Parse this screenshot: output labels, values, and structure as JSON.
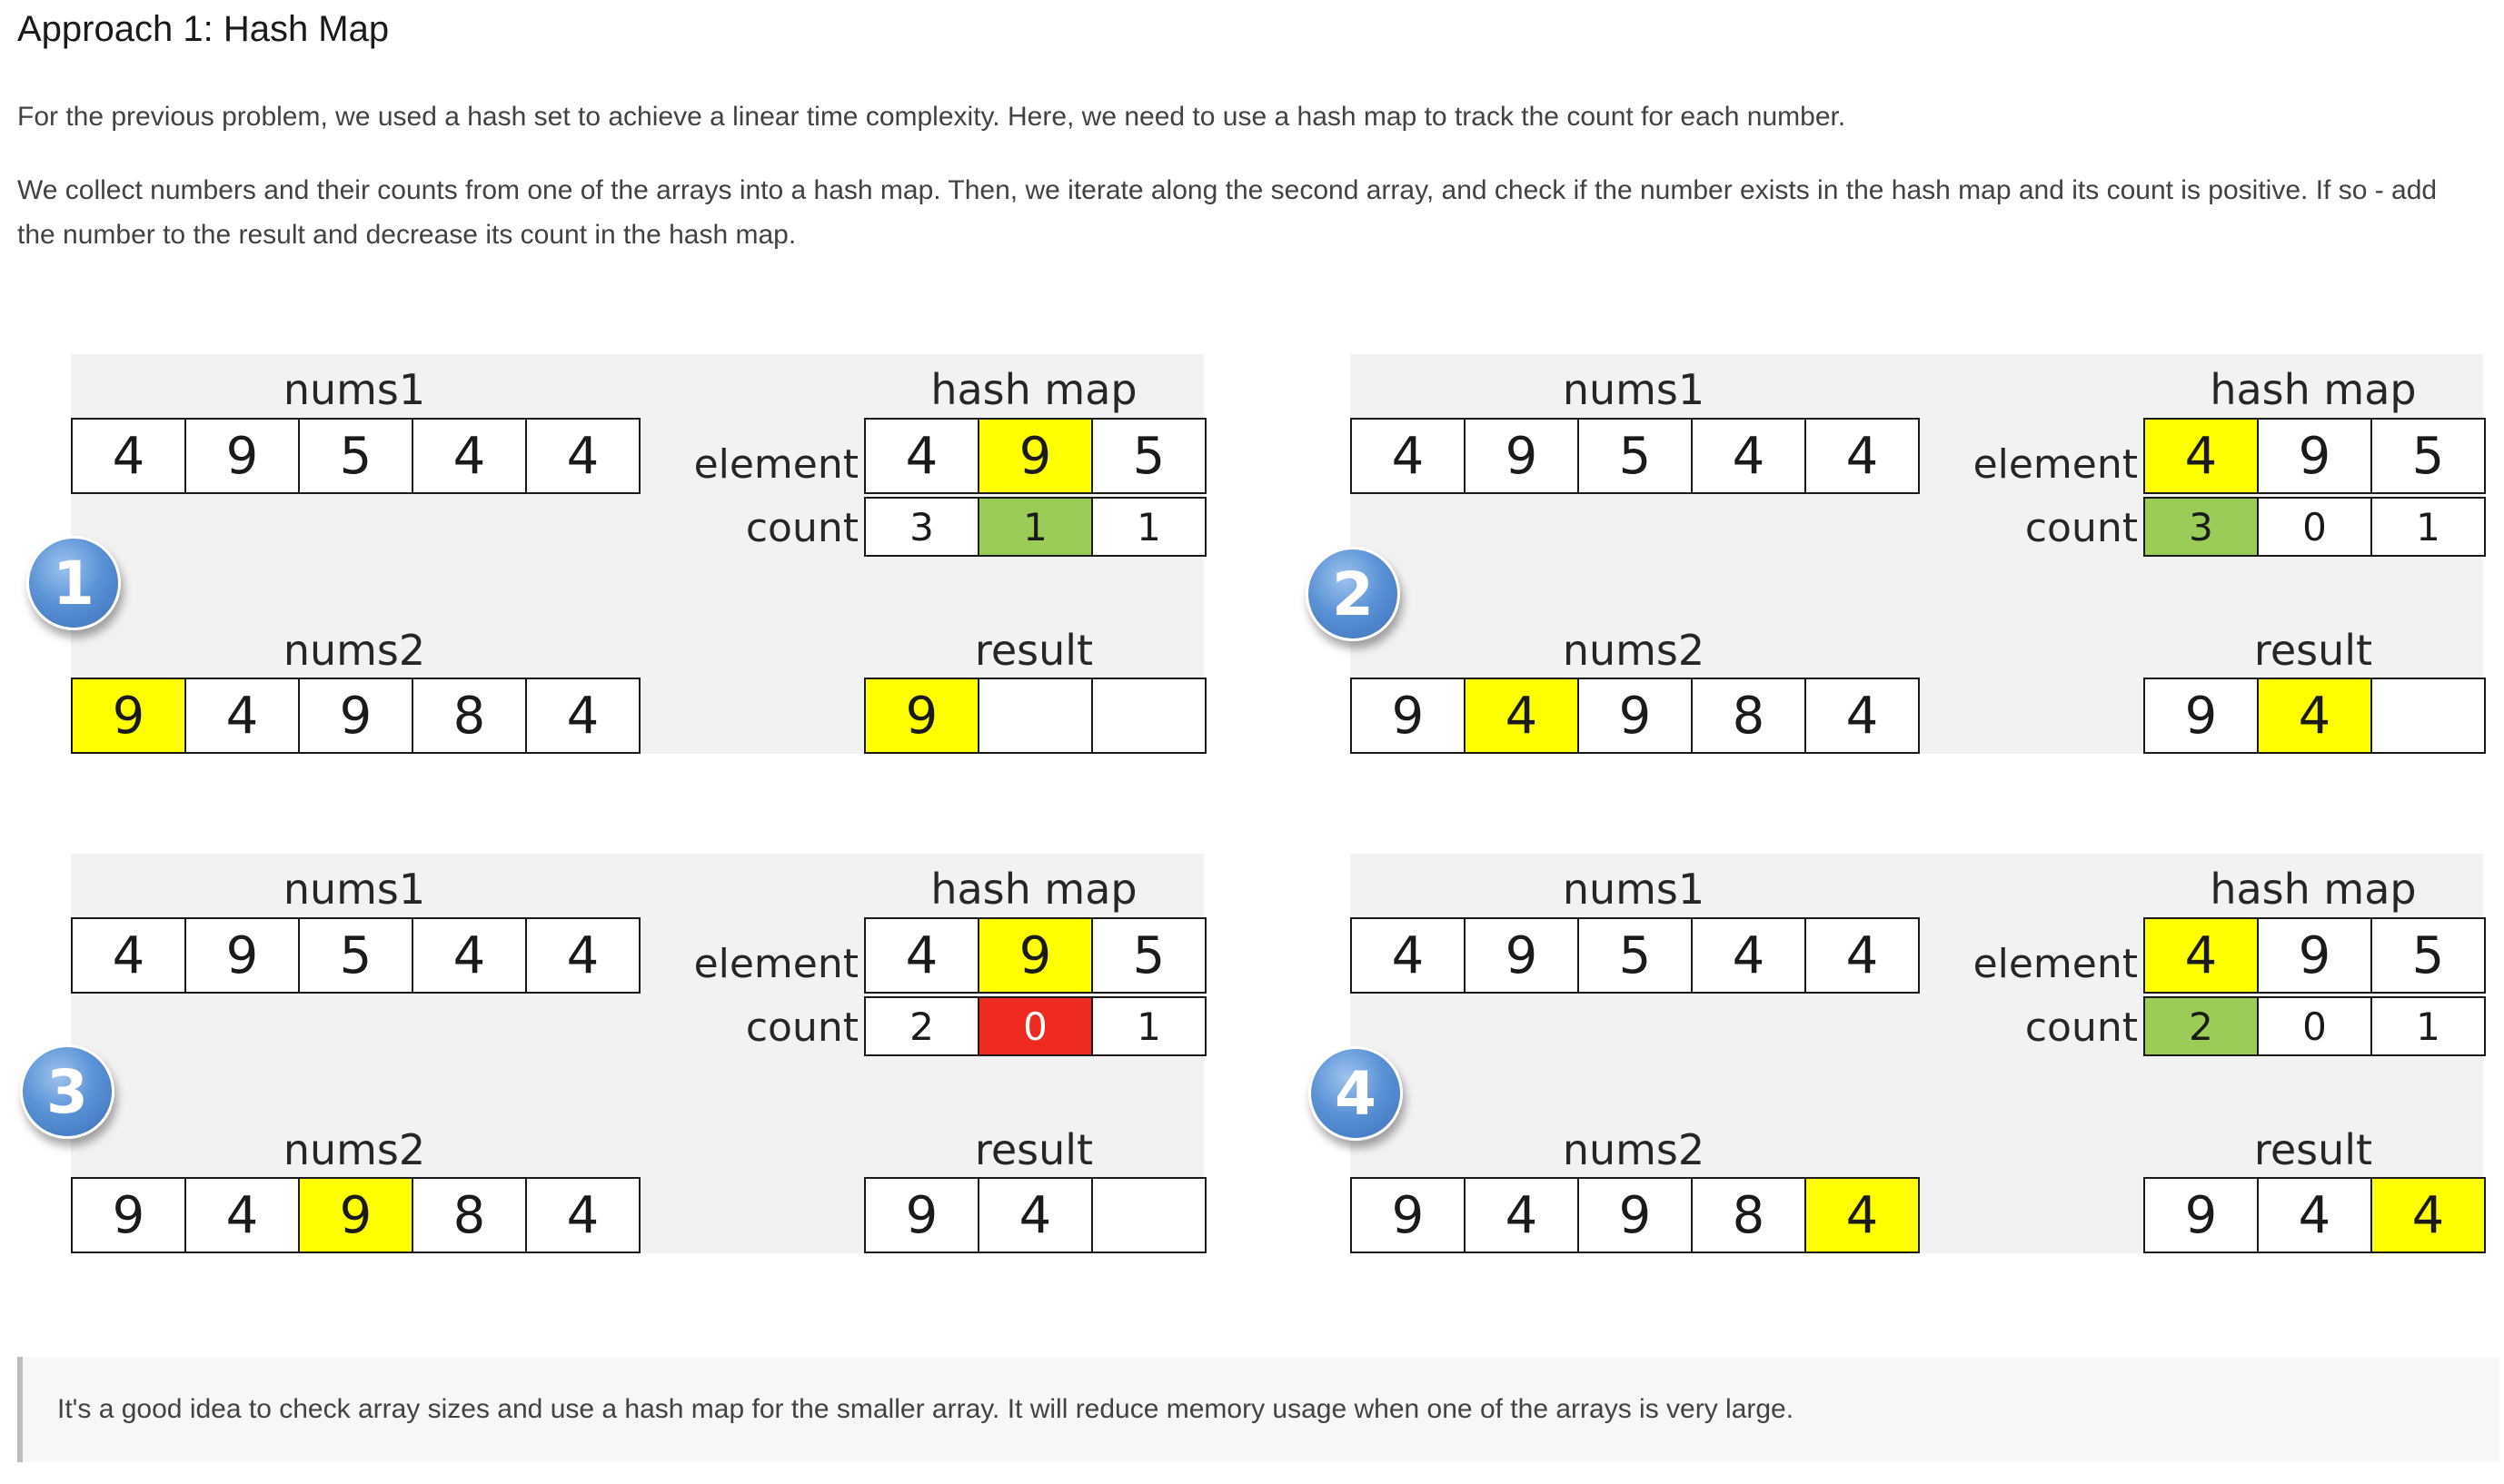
{
  "heading": "Approach 1: Hash Map",
  "paragraphs": [
    "For the previous problem, we used a hash set to achieve a linear time complexity. Here, we need to use a hash map to track the count for each number.",
    "We collect numbers and their counts from one of the arrays into a hash map. Then, we iterate along the second array, and check if the number exists in the hash map and its count is positive. If so - add the number to the result and decrease its count in the hash map."
  ],
  "labels": {
    "nums1": "nums1",
    "nums2": "nums2",
    "hash_map": "hash map",
    "result": "result",
    "element": "element",
    "count": "count"
  },
  "colors": {
    "highlight": "#ffff00",
    "match": "#9bcc58",
    "zero": "#ee2b1e",
    "badge": "#5b93d7",
    "panel": "#f2f2f2"
  },
  "steps": [
    {
      "badge": "1",
      "nums1": [
        "4",
        "9",
        "5",
        "4",
        "4"
      ],
      "nums2": [
        "9",
        "4",
        "9",
        "8",
        "4"
      ],
      "nums2_highlight": 0,
      "elements": [
        "4",
        "9",
        "5"
      ],
      "counts": [
        "3",
        "1",
        "1"
      ],
      "map_highlight": 1,
      "count_state": "match",
      "result": [
        "9",
        "",
        ""
      ],
      "result_highlight": 0
    },
    {
      "badge": "2",
      "nums1": [
        "4",
        "9",
        "5",
        "4",
        "4"
      ],
      "nums2": [
        "9",
        "4",
        "9",
        "8",
        "4"
      ],
      "nums2_highlight": 1,
      "elements": [
        "4",
        "9",
        "5"
      ],
      "counts": [
        "3",
        "0",
        "1"
      ],
      "map_highlight": 0,
      "count_state": "match",
      "result": [
        "9",
        "4",
        ""
      ],
      "result_highlight": 1
    },
    {
      "badge": "3",
      "nums1": [
        "4",
        "9",
        "5",
        "4",
        "4"
      ],
      "nums2": [
        "9",
        "4",
        "9",
        "8",
        "4"
      ],
      "nums2_highlight": 2,
      "elements": [
        "4",
        "9",
        "5"
      ],
      "counts": [
        "2",
        "0",
        "1"
      ],
      "map_highlight": 1,
      "count_state": "zero",
      "result": [
        "9",
        "4",
        ""
      ],
      "result_highlight": -1
    },
    {
      "badge": "4",
      "nums1": [
        "4",
        "9",
        "5",
        "4",
        "4"
      ],
      "nums2": [
        "9",
        "4",
        "9",
        "8",
        "4"
      ],
      "nums2_highlight": 4,
      "elements": [
        "4",
        "9",
        "5"
      ],
      "counts": [
        "2",
        "0",
        "1"
      ],
      "map_highlight": 0,
      "count_state": "match",
      "result": [
        "9",
        "4",
        "4"
      ],
      "result_highlight": 2
    }
  ],
  "note": "It's a good idea to check array sizes and use a hash map for the smaller array. It will reduce memory usage when one of the arrays is very large."
}
